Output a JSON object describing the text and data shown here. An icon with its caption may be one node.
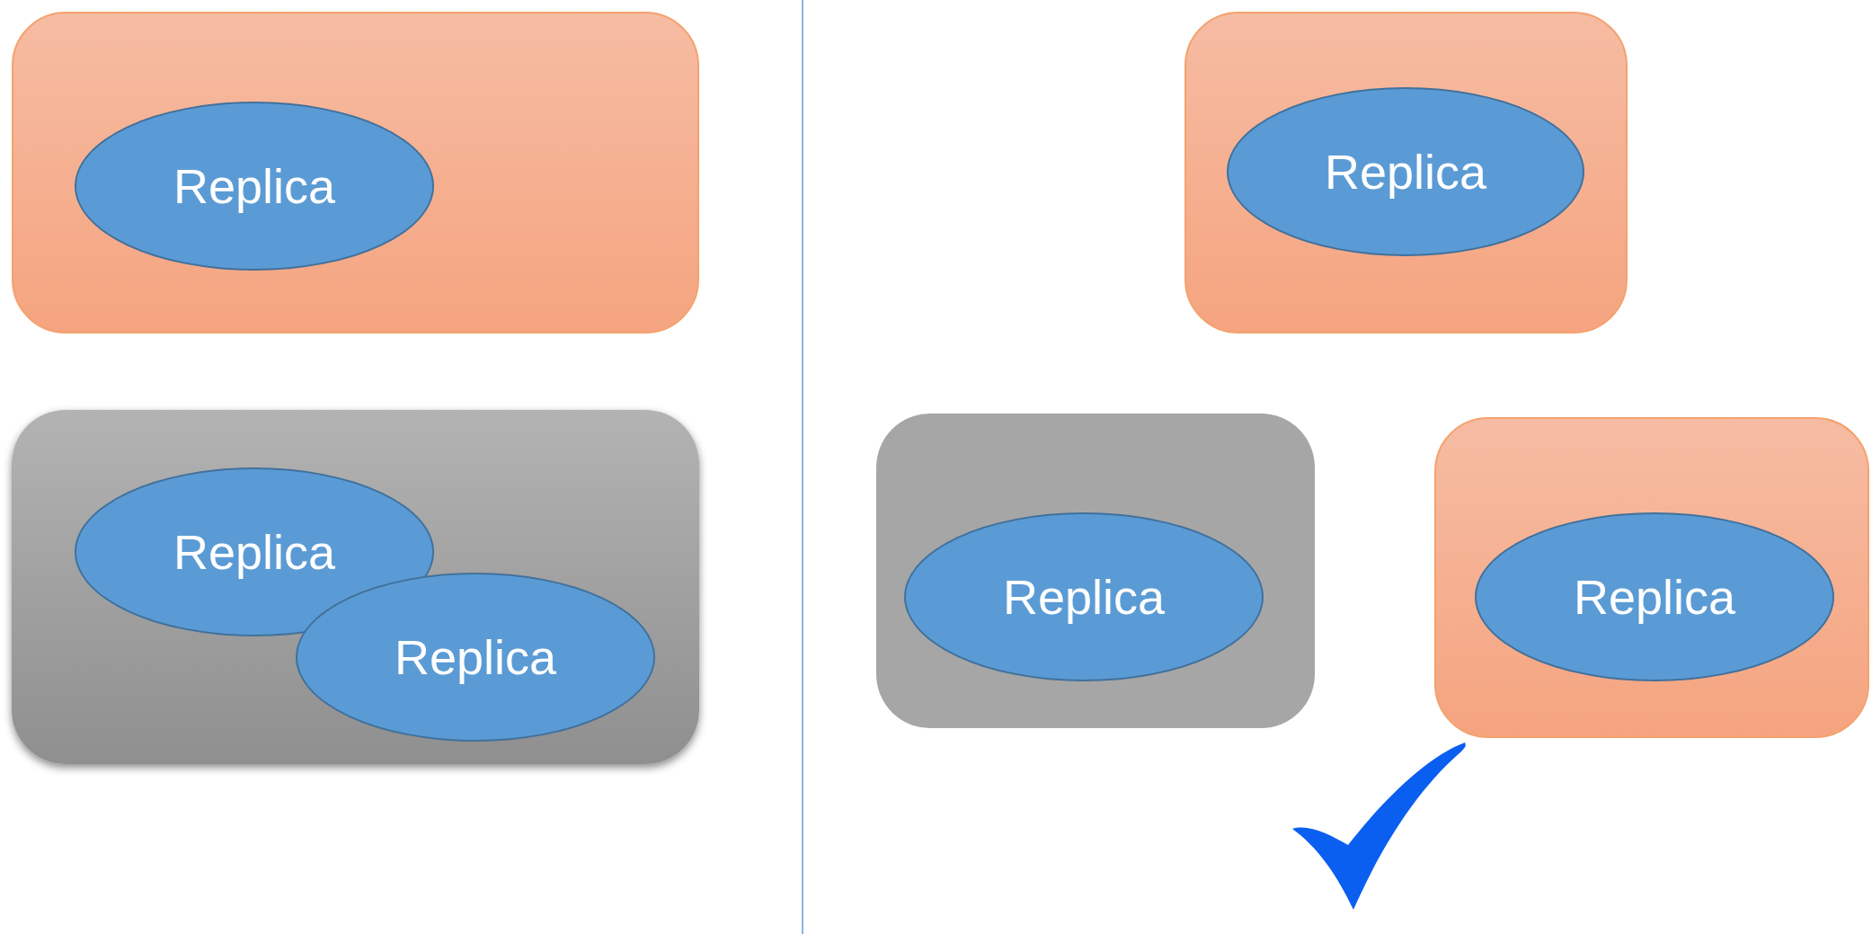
{
  "diagram": {
    "nodes": [
      {
        "text": [],
        "shape": "box"
      },
      {
        "text": [
          "Replica"
        ],
        "in": 0
      },
      {
        "text": [],
        "shape": "box"
      },
      {
        "text": [
          "Replica"
        ],
        "in": 2
      },
      {
        "text": [
          "Replica"
        ],
        "in": 2
      },
      {
        "text": [],
        "shape": "box"
      },
      {
        "text": [
          "Replica"
        ],
        "in": 5
      },
      {
        "text": [],
        "shape": "box"
      },
      {
        "text": [
          "Replica"
        ],
        "in": 7
      },
      {
        "text": [],
        "shape": "box"
      },
      {
        "text": [
          "Replica"
        ],
        "in": 9
      }
    ]
  }
}
